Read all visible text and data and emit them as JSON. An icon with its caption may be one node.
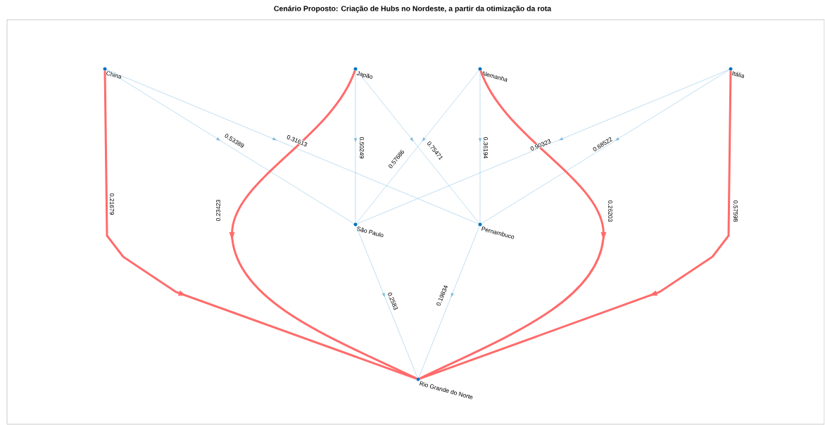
{
  "diagram": {
    "title": "Cenário Proposto: Criação de Hubs no Nordeste, a partir da otimização da rota",
    "nodes": [
      {
        "text": [
          "China"
        ]
      },
      {
        "text": [
          "Japão"
        ]
      },
      {
        "text": [
          "Alemanha"
        ]
      },
      {
        "text": [
          "Itália"
        ]
      },
      {
        "text": [
          "São Paulo"
        ]
      },
      {
        "text": [
          "Pernambuco"
        ]
      },
      {
        "text": [
          "Rio Grande do Norte"
        ]
      }
    ],
    "edges": [
      {
        "from": 0,
        "to": 4,
        "arrow": "to",
        "label": "0.53389"
      },
      {
        "from": 0,
        "to": 5,
        "arrow": "to",
        "label": "0.31613"
      },
      {
        "from": 1,
        "to": 4,
        "arrow": "to",
        "label": "0.50249"
      },
      {
        "from": 1,
        "to": 5,
        "arrow": "to",
        "label": "0.75471"
      },
      {
        "from": 2,
        "to": 4,
        "arrow": "to",
        "label": "0.57686"
      },
      {
        "from": 2,
        "to": 5,
        "arrow": "to",
        "label": "0.36194"
      },
      {
        "from": 3,
        "to": 4,
        "arrow": "to",
        "label": "0.90323"
      },
      {
        "from": 3,
        "to": 5,
        "arrow": "to",
        "label": "0.68522"
      },
      {
        "from": 4,
        "to": 6,
        "arrow": "to",
        "label": "0.2583"
      },
      {
        "from": 5,
        "to": 6,
        "arrow": "to",
        "label": "0.19834"
      },
      {
        "from": 0,
        "to": 6,
        "arrow": "to",
        "label": "0.21679",
        "style": "thick",
        "color": "#ff6b6b"
      },
      {
        "from": 1,
        "to": 6,
        "arrow": "to",
        "label": "0.23423",
        "style": "thick",
        "color": "#ff6b6b"
      },
      {
        "from": 2,
        "to": 6,
        "arrow": "to",
        "label": "0.26203",
        "style": "thick",
        "color": "#ff6b6b"
      },
      {
        "from": 3,
        "to": 6,
        "arrow": "to",
        "label": "0.57598",
        "style": "thick",
        "color": "#ff6b6b"
      }
    ]
  }
}
